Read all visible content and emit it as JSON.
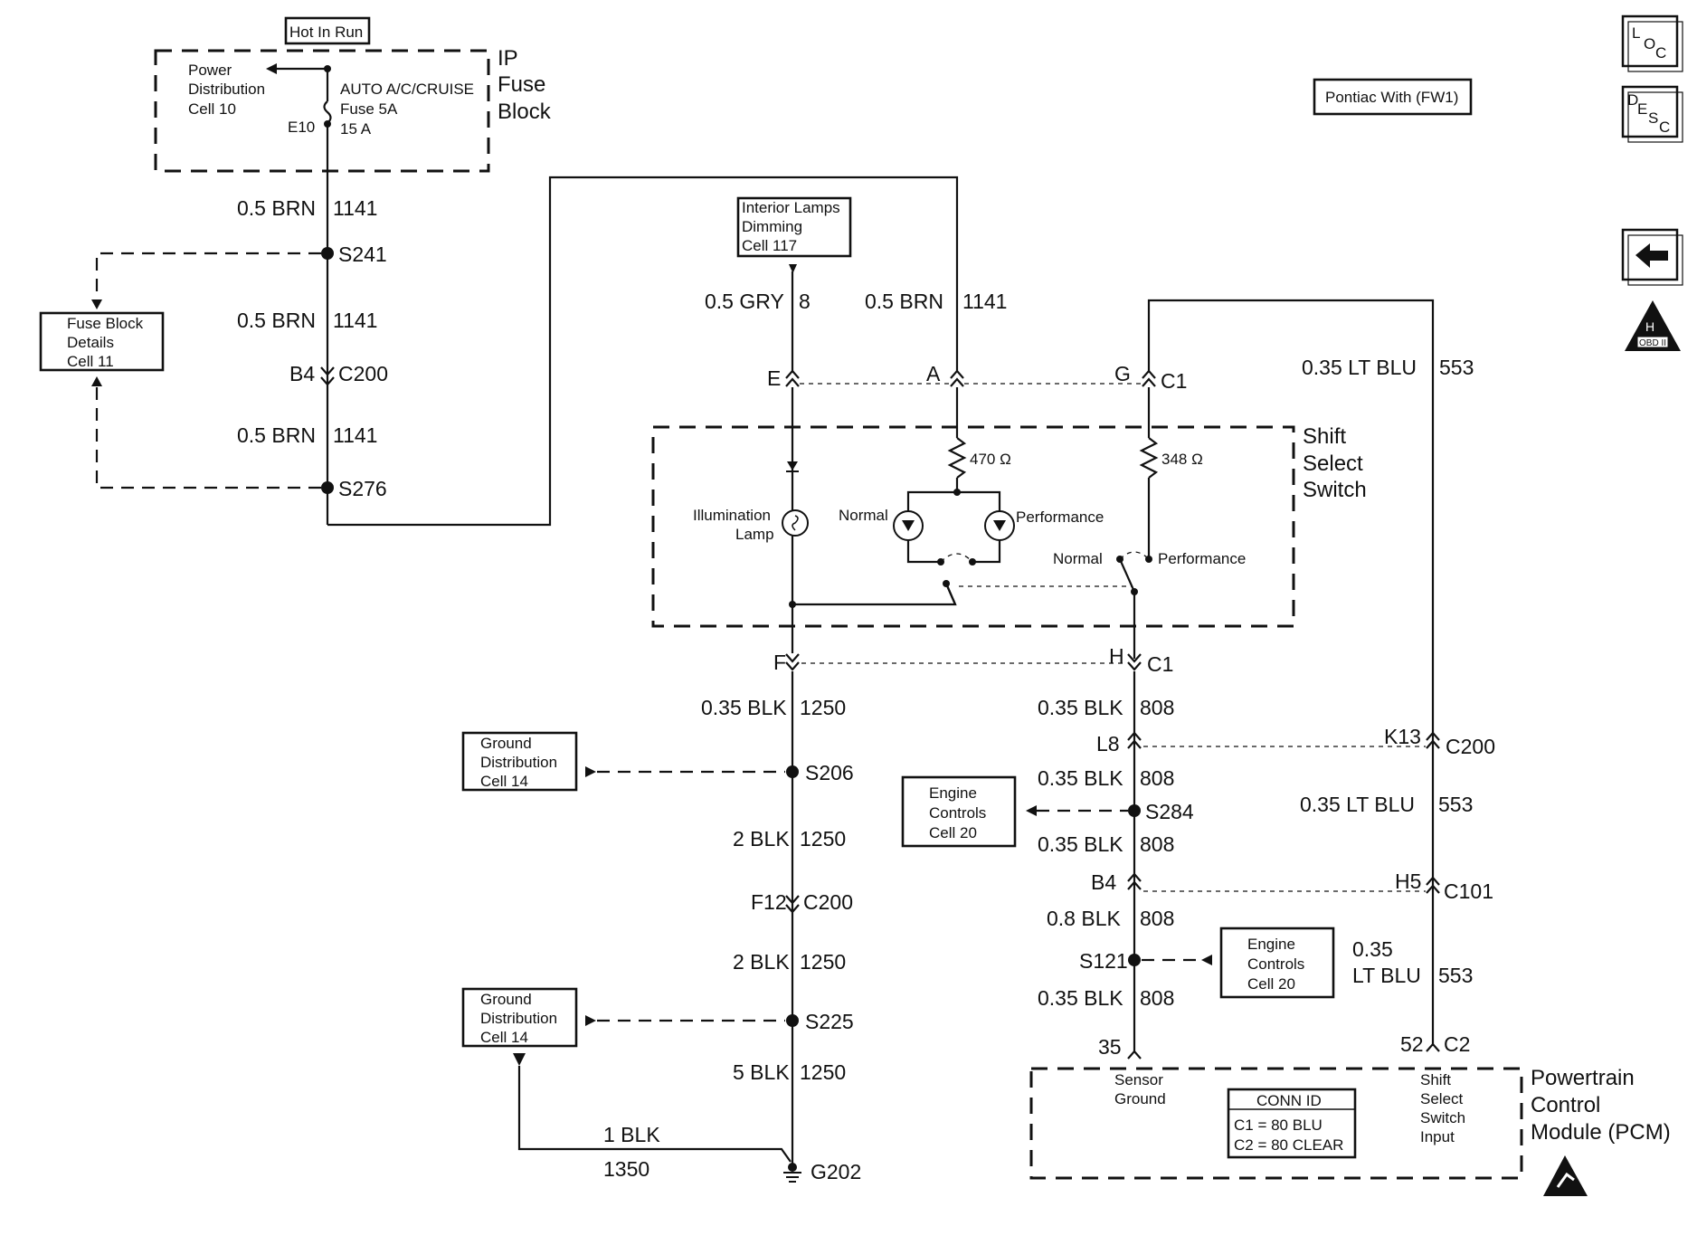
{
  "hot_in_run": "Hot In Run",
  "vehicle_note": "Pontiac With (FW1)",
  "nav": {
    "loc": [
      "L",
      "O",
      "C"
    ],
    "desc": [
      "D",
      "E",
      "S",
      "C"
    ],
    "obd": "OBD II",
    "obd_h": "H"
  },
  "fuse_block": {
    "title": [
      "IP",
      "Fuse",
      "Block"
    ],
    "power_dist": [
      "Power",
      "Distribution",
      "Cell 10"
    ],
    "fuse": [
      "AUTO A/C/CRUISE",
      "Fuse 5A",
      "15 A"
    ],
    "terminal": "E10"
  },
  "fuse_block_details": [
    "Fuse Block",
    "Details",
    "Cell 11"
  ],
  "left_wire": [
    {
      "size": "0.5 BRN",
      "circuit": "1141"
    },
    {
      "splice": "S241"
    },
    {
      "size": "0.5 BRN",
      "circuit": "1141"
    },
    {
      "pin": "B4",
      "connector": "C200"
    },
    {
      "size": "0.5 BRN",
      "circuit": "1141"
    },
    {
      "splice": "S276"
    }
  ],
  "interior_lamps": [
    "Interior Lamps",
    "Dimming",
    "Cell 117"
  ],
  "top_wires": {
    "gry": {
      "size": "0.5 GRY",
      "circuit": "8"
    },
    "brn": {
      "size": "0.5 BRN",
      "circuit": "1141"
    },
    "blu": {
      "size": "0.35 LT BLU",
      "circuit": "553"
    }
  },
  "c1_top": {
    "pins": [
      "E",
      "A",
      "G"
    ],
    "connector": "C1"
  },
  "shift_switch": {
    "title": [
      "Shift",
      "Select",
      "Switch"
    ],
    "r1": "470 Ω",
    "r2": "348 Ω",
    "lamp": [
      "Illumination",
      "Lamp"
    ],
    "normal_led": "Normal",
    "performance_led": "Performance",
    "normal_sw": "Normal",
    "performance_sw": "Performance"
  },
  "c1_bottom": {
    "pins": [
      "F",
      "H"
    ],
    "connector": "C1"
  },
  "ground_branch": [
    {
      "size": "0.35 BLK",
      "circuit": "1250"
    },
    {
      "splice": "S206"
    },
    {
      "size": "2 BLK",
      "circuit": "1250"
    },
    {
      "pin": "F12",
      "connector": "C200"
    },
    {
      "size": "2 BLK",
      "circuit": "1250"
    },
    {
      "splice": "S225"
    },
    {
      "size": "5 BLK",
      "circuit": "1250"
    },
    {
      "ground": "G202"
    }
  ],
  "ground_dist": [
    "Ground",
    "Distribution",
    "Cell 14"
  ],
  "ground_link": {
    "size": "1 BLK",
    "circuit": "1350"
  },
  "sensor_branch": [
    {
      "size": "0.35 BLK",
      "circuit": "808"
    },
    {
      "pin": "L8"
    },
    {
      "size": "0.35 BLK",
      "circuit": "808"
    },
    {
      "splice": "S284"
    },
    {
      "size": "0.35 BLK",
      "circuit": "808"
    },
    {
      "pin": "B4"
    },
    {
      "size": "0.8 BLK",
      "circuit": "808"
    },
    {
      "splice": "S121"
    },
    {
      "size": "0.35 BLK",
      "circuit": "808"
    },
    {
      "pin": "35"
    }
  ],
  "engine_controls": [
    "Engine",
    "Controls",
    "Cell 20"
  ],
  "blu_branch": {
    "c200": {
      "pin": "K13",
      "connector": "C200"
    },
    "wire2": {
      "size": "0.35 LT BLU",
      "circuit": "553"
    },
    "c101": {
      "pin": "H5",
      "connector": "C101"
    },
    "wire3": {
      "size": [
        "0.35",
        "LT BLU"
      ],
      "circuit": "553"
    },
    "c2": {
      "pin": "52",
      "connector": "C2"
    }
  },
  "pcm": {
    "title": [
      "Powertrain",
      "Control",
      "Module (PCM)"
    ],
    "sensor": [
      "Sensor",
      "Ground"
    ],
    "shift": [
      "Shift",
      "Select",
      "Switch",
      "Input"
    ],
    "conn": [
      "CONN ID",
      "C1 = 80 BLU",
      "C2 = 80 CLEAR"
    ]
  }
}
